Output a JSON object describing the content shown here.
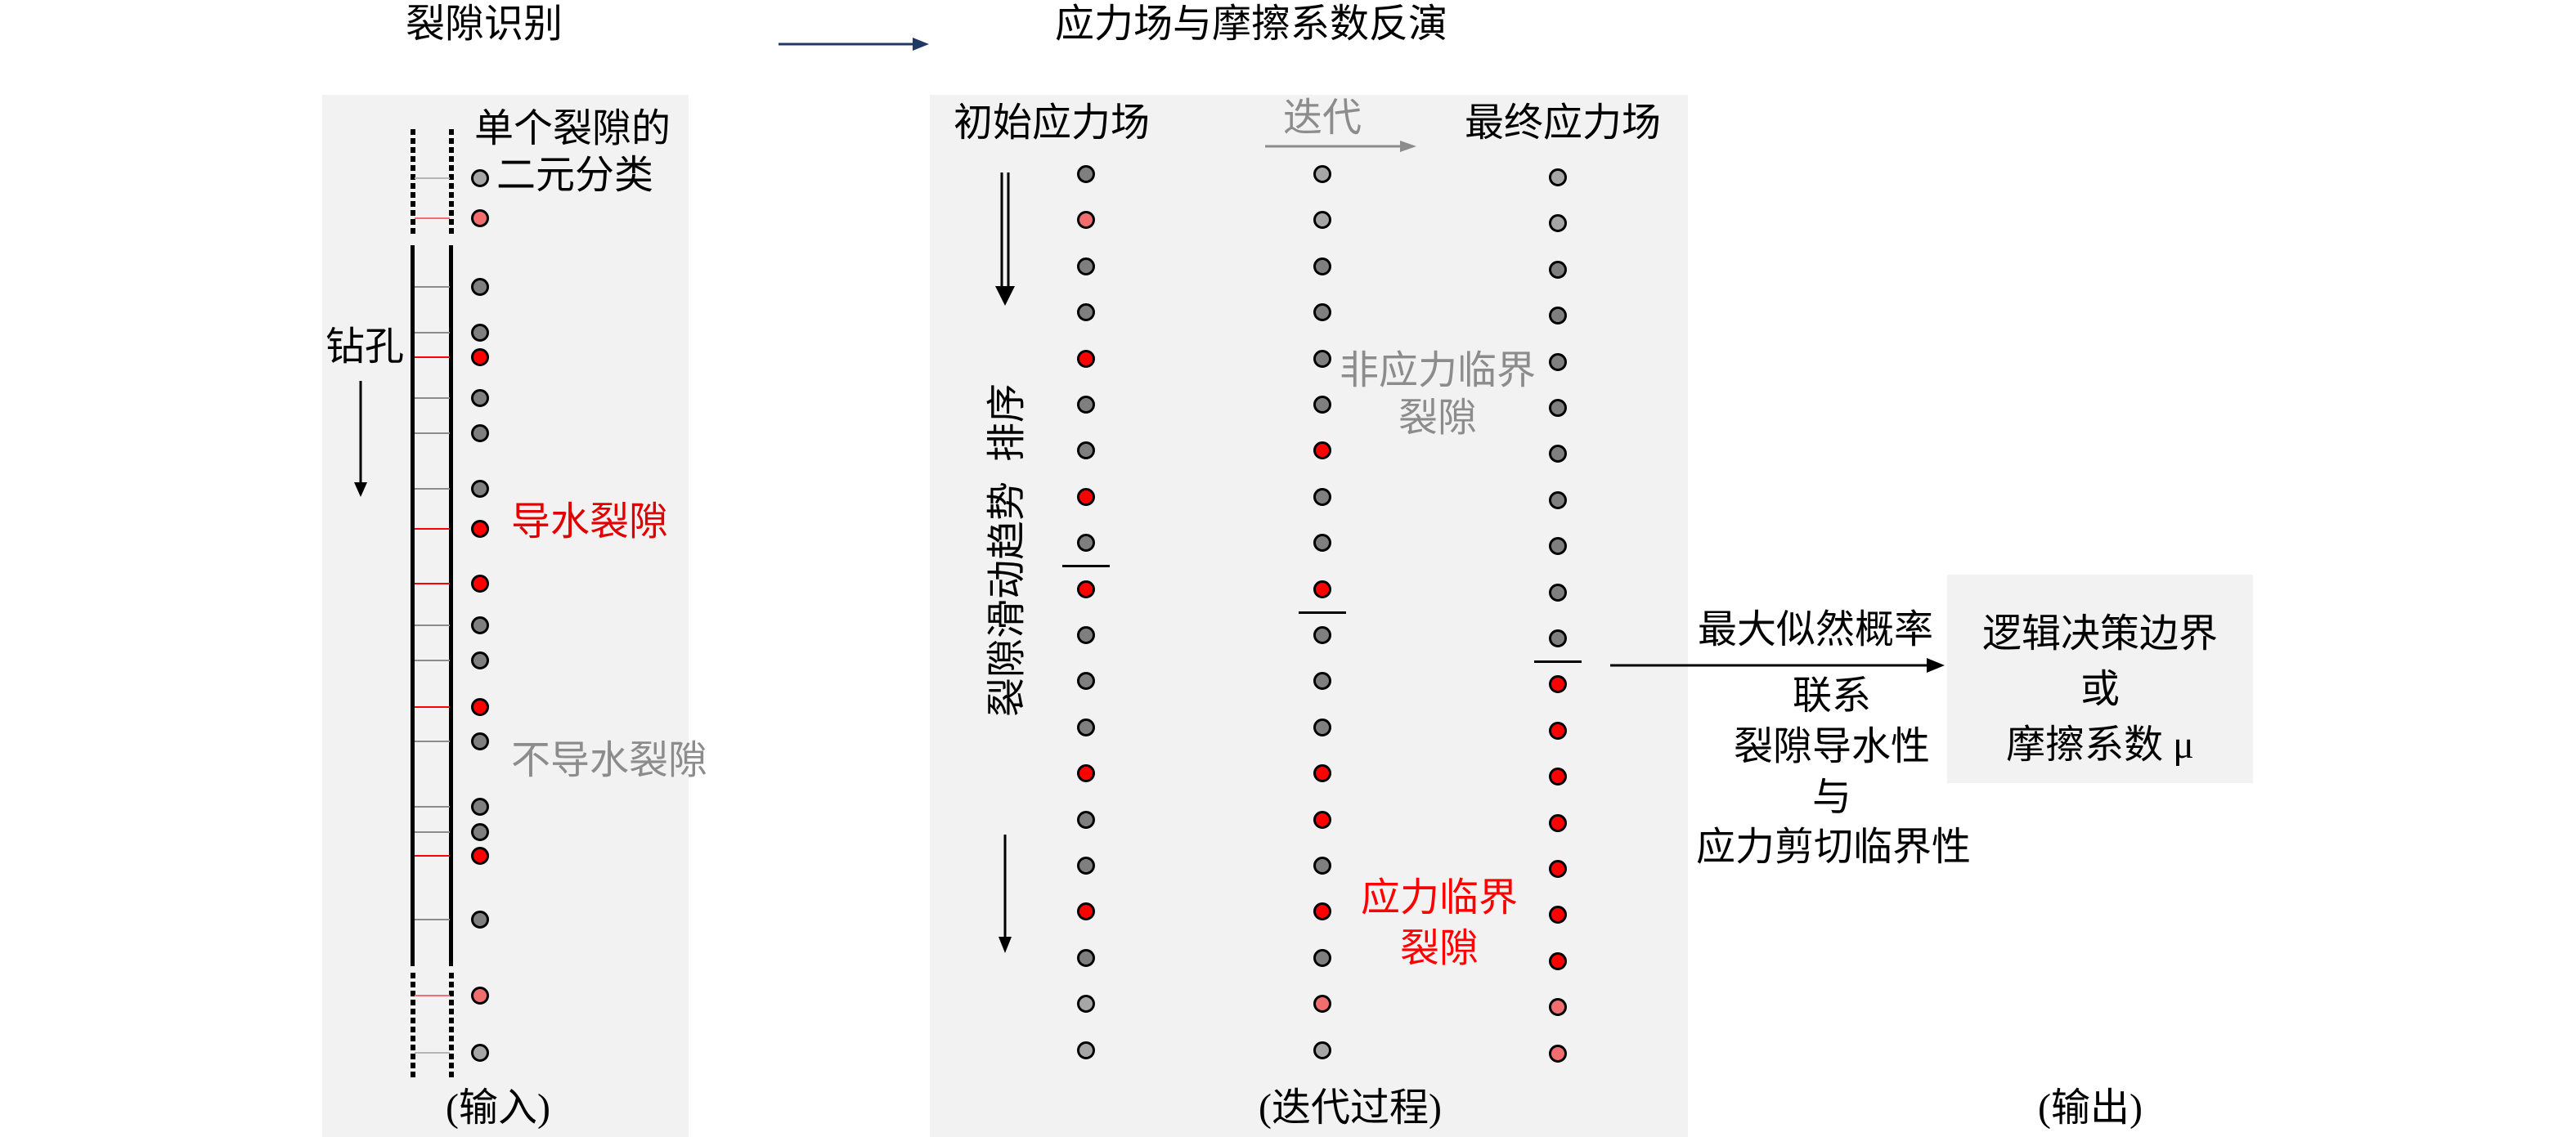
{
  "headers": {
    "fracture_identification": "裂隙识别",
    "inversion": "应力场与摩擦系数反演"
  },
  "input_panel": {
    "classification_label_line1": "单个裂隙的",
    "classification_label_line2": "二元分类",
    "borehole_label": "钻孔",
    "conductive_label": "导水裂隙",
    "non_conductive_label": "不导水裂隙",
    "caption": "(输入)",
    "fractures": [
      "light-gray",
      "light-red",
      "gray",
      "gray",
      "red",
      "gray",
      "gray",
      "gray",
      "red",
      "red",
      "gray",
      "gray",
      "red",
      "gray",
      "gray",
      "gray",
      "red",
      "gray",
      "light-red",
      "light-gray"
    ]
  },
  "iteration_panel": {
    "initial_label": "初始应力场",
    "iterate_label": "迭代",
    "final_label": "最终应力场",
    "sort_label": "裂隙滑动趋势  排序",
    "non_critical_line1": "非应力临界",
    "non_critical_line2": "裂隙",
    "critical_line1": "应力临界",
    "critical_line2": "裂隙",
    "caption": "(迭代过程)",
    "columns": [
      {
        "name": "initial",
        "divider_after": 9,
        "dots": [
          "gray",
          "light-red",
          "gray",
          "gray",
          "red",
          "gray",
          "gray",
          "red",
          "gray",
          "red",
          "gray",
          "gray",
          "gray",
          "red",
          "gray",
          "gray",
          "red",
          "gray",
          "light-gray",
          "light-gray"
        ]
      },
      {
        "name": "intermediate",
        "divider_after": 10,
        "dots": [
          "light-gray",
          "light-gray",
          "gray",
          "gray",
          "gray",
          "gray",
          "red",
          "gray",
          "gray",
          "red",
          "gray",
          "gray",
          "gray",
          "red",
          "red",
          "gray",
          "red",
          "gray",
          "light-red",
          "light-gray"
        ]
      },
      {
        "name": "final",
        "divider_after": 11,
        "dots": [
          "light-gray",
          "light-gray",
          "gray",
          "gray",
          "gray",
          "gray",
          "gray",
          "gray",
          "gray",
          "gray",
          "gray",
          "red",
          "red",
          "red",
          "red",
          "red",
          "red",
          "red",
          "light-red",
          "light-red"
        ]
      }
    ]
  },
  "link": {
    "line1": "最大似然概率",
    "line2": "联系",
    "line3": "裂隙导水性",
    "line4": "与",
    "line5": "应力剪切临界性"
  },
  "output_panel": {
    "line1": "逻辑决策边界",
    "line2": "或",
    "line3": "摩擦系数 μ",
    "caption": "(输出)"
  },
  "colors": {
    "gray": "#7f7f7f",
    "light-gray": "#a6a6a6",
    "red": "#ff0000",
    "light-red": "#f26d6d",
    "panel": "#f2f2f2",
    "header_arrow": "#1f3864"
  }
}
